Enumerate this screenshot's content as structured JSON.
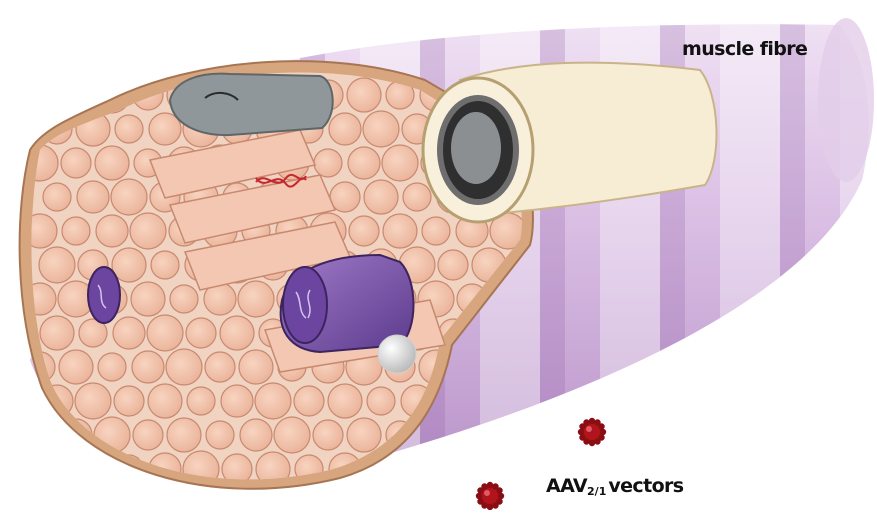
{
  "labels": {
    "muscle_fibre": "muscle fibre",
    "aav_prefix": "AAV",
    "aav_subscript": "2/1",
    "aav_suffix": "vectors"
  },
  "icons": {
    "fibre": "muscle-fibre-illustration",
    "myofibril": "myofibril-icon",
    "nucleus": "nucleus-icon",
    "dna": "dna-strand-icon",
    "vesicle": "white-vesicle-icon",
    "vector": "aav-vector-particle-icon"
  },
  "colors": {
    "sarcolemma": "#c8a6d4",
    "sarcolemma_band": "#9f72b8",
    "myofibril": "#f2c2aa",
    "myofibril_outline": "#c88970",
    "nucleus": "#7e52b0",
    "mitochondrion_grey": "#8f979b",
    "vector_red": "#b0141c"
  }
}
